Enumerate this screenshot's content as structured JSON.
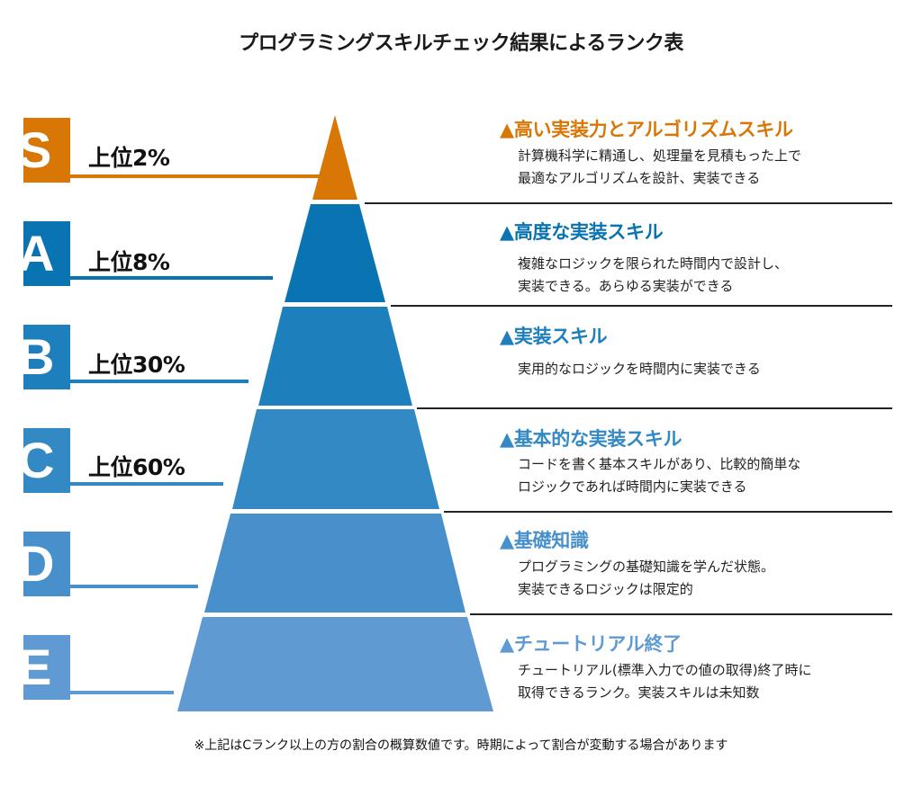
{
  "title": "プログラミングスキルチェック結果によるランク表",
  "ranks": [
    {
      "letter": "S",
      "percent": "上位2%",
      "color": "#d97706",
      "heading": "▲高い実装力とアルゴリズムスキル",
      "desc_lines": [
        "計算機科学に精通し、処理量を見積もった上で",
        "最適なアルゴリズムを設計、実装できる"
      ]
    },
    {
      "letter": "A",
      "percent": "上位8%",
      "color": "#0a74b3",
      "heading": "▲高度な実装スキル",
      "desc_lines": [
        "複雑なロジックを限られた時間内で設計し、",
        "実装できる。あらゆる実装ができる"
      ]
    },
    {
      "letter": "B",
      "percent": "上位30%",
      "color": "#1d80bd",
      "heading": "▲実装スキル",
      "desc_lines": [
        "実用的なロジックを時間内に実装できる"
      ]
    },
    {
      "letter": "C",
      "percent": "上位60%",
      "color": "#3289c4",
      "heading": "▲基本的な実装スキル",
      "desc_lines": [
        "コードを書く基本スキルがあり、比較的簡単な",
        "ロジックであれば時間内に実装できる"
      ]
    },
    {
      "letter": "D",
      "percent": "",
      "color": "#4890cb",
      "heading": "▲基礎知識",
      "desc_lines": [
        "プログラミングの基礎知識を学んだ状態。",
        "実装できるロジックは限定的"
      ]
    },
    {
      "letter": "E",
      "percent": "",
      "color": "#5f9ad3",
      "heading": "▲チュートリアル終了",
      "desc_lines": [
        "チュートリアル(標準入力での値の取得)終了時に",
        "取得できるランク。実装スキルは未知数"
      ]
    }
  ],
  "footnote": "※上記はCランク以上の方の割合の概算数値です。時期によって割合が変動する場合があります"
}
